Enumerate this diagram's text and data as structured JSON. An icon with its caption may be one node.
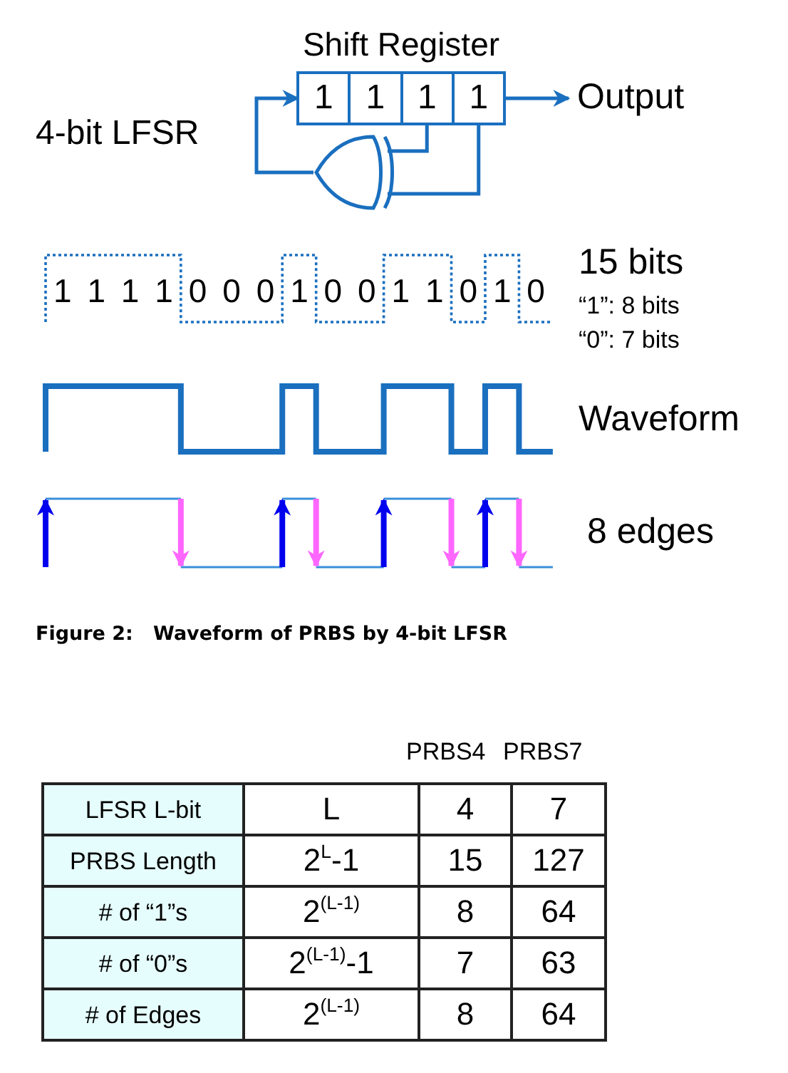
{
  "diagram": {
    "caption": "Figure 2:   Waveform of PRBS by 4-bit LFSR",
    "nodes": [
      {
        "text": [
          "Shift Register"
        ]
      },
      {
        "text": [
          "1"
        ],
        "in": 0
      },
      {
        "text": [
          "1"
        ],
        "in": 0
      },
      {
        "text": [
          "1"
        ],
        "in": 0
      },
      {
        "text": [
          "1"
        ],
        "in": 0
      },
      {
        "text": [],
        "shape": "gate"
      },
      {
        "text": [
          "Output"
        ]
      }
    ],
    "edges": [
      {
        "from": 4,
        "to": 6,
        "arrow": "to"
      },
      {
        "from": 3,
        "to": 5,
        "arrow": "none"
      },
      {
        "from": 4,
        "to": 5,
        "arrow": "none"
      },
      {
        "from": 5,
        "to": 1,
        "arrow": "to"
      }
    ],
    "labels": [
      "4-bit LFSR",
      "1",
      "1",
      "1",
      "1",
      "0",
      "0",
      "0",
      "1",
      "0",
      "0",
      "1",
      "1",
      "0",
      "1",
      "0",
      "15 bits",
      "“1”: 8 bits",
      "“0”: 7 bits",
      "Waveform",
      "8 edges",
      "PRBS4",
      "PRBS7",
      "LFSR L-bit",
      "L",
      "4",
      "7",
      "PRBS Length",
      "2$^{L}$-1",
      "15",
      "127",
      "# of “1”s",
      "2$^{(L-1)}$",
      "8",
      "64",
      "# of “0”s",
      "2$^{(L-1)}$-1",
      "7",
      "63",
      "# of Edges",
      "2$^{(L-1)}$",
      "8",
      "64"
    ]
  }
}
